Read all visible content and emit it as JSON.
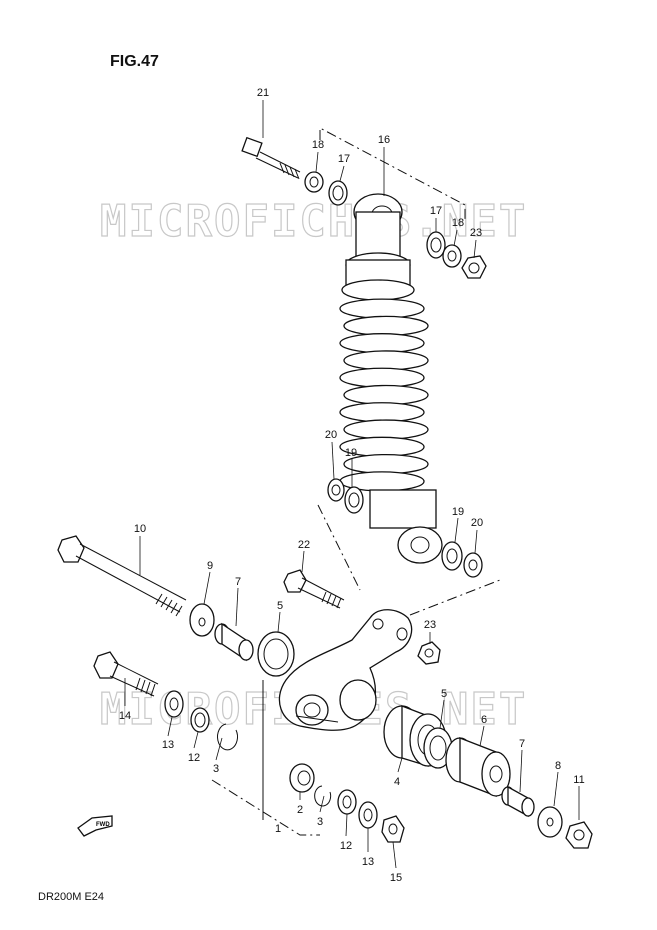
{
  "figure": {
    "title": "FIG.47",
    "model_code": "DR200M E24",
    "fwd_label": "FWD",
    "watermark_text": "MICROFICHES.NET"
  },
  "callouts": [
    {
      "id": "c21a",
      "text": "21"
    },
    {
      "id": "c18a",
      "text": "18"
    },
    {
      "id": "c17a",
      "text": "17"
    },
    {
      "id": "c16",
      "text": "16"
    },
    {
      "id": "c17b",
      "text": "17"
    },
    {
      "id": "c18b",
      "text": "18"
    },
    {
      "id": "c23a",
      "text": "23"
    },
    {
      "id": "c20a",
      "text": "20"
    },
    {
      "id": "c19a",
      "text": "19"
    },
    {
      "id": "c19b",
      "text": "19"
    },
    {
      "id": "c20b",
      "text": "20"
    },
    {
      "id": "c10",
      "text": "10"
    },
    {
      "id": "c9",
      "text": "9"
    },
    {
      "id": "c7a",
      "text": "7"
    },
    {
      "id": "c22",
      "text": "22"
    },
    {
      "id": "c5a",
      "text": "5"
    },
    {
      "id": "c23b",
      "text": "23"
    },
    {
      "id": "c14",
      "text": "14"
    },
    {
      "id": "c13a",
      "text": "13"
    },
    {
      "id": "c12a",
      "text": "12"
    },
    {
      "id": "c3a",
      "text": "3"
    },
    {
      "id": "c5b",
      "text": "5"
    },
    {
      "id": "c6",
      "text": "6"
    },
    {
      "id": "c4",
      "text": "4"
    },
    {
      "id": "c7b",
      "text": "7"
    },
    {
      "id": "c8",
      "text": "8"
    },
    {
      "id": "c11",
      "text": "11"
    },
    {
      "id": "c2",
      "text": "2"
    },
    {
      "id": "c3b",
      "text": "3"
    },
    {
      "id": "c1",
      "text": "1"
    },
    {
      "id": "c12b",
      "text": "12"
    },
    {
      "id": "c13b",
      "text": "13"
    },
    {
      "id": "c15",
      "text": "15"
    }
  ]
}
